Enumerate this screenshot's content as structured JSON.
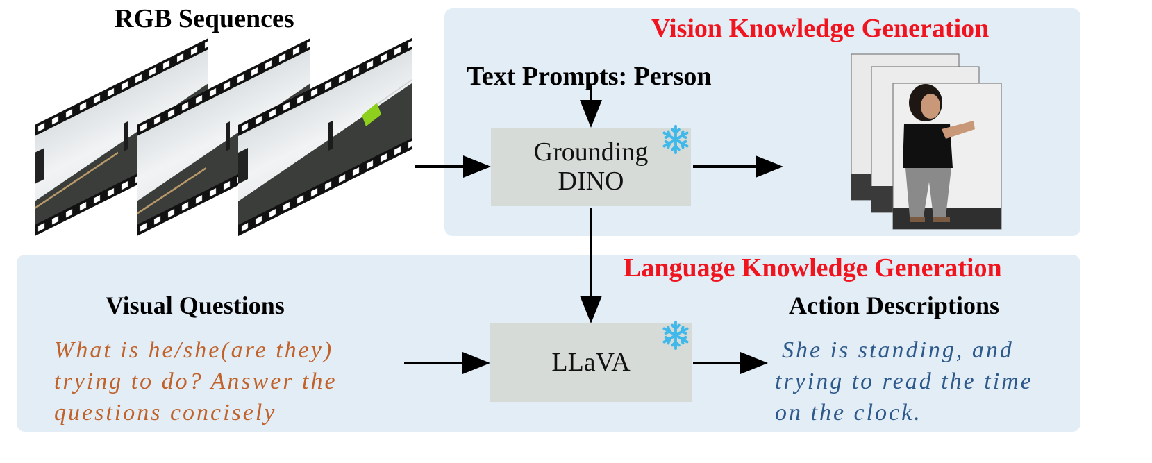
{
  "rgb_title": "RGB Sequences",
  "vision": {
    "title": "Vision Knowledge Generation",
    "text_prompt": "Text Prompts: Person",
    "model_lines": [
      "Grounding",
      "DINO"
    ]
  },
  "language": {
    "title": "Language Knowledge Generation",
    "questions_title": "Visual Questions",
    "question_lines": [
      "What is he/she(are they)",
      "trying to do? Answer the",
      "questions concisely"
    ],
    "model": "LLaVA",
    "descriptions_title": "Action Descriptions",
    "description_lines": [
      "She is standing, and",
      "trying to read the time",
      "on the clock."
    ]
  },
  "colors": {
    "title_red": "#f0141e",
    "question_orange": "#c0622a",
    "description_blue": "#2d5a8a",
    "panel_bg": "#e3edf6",
    "box_bg": "#d6dbd8",
    "snowflake": "#3fb8ea"
  },
  "icons": {
    "frozen": "snowflake-icon"
  }
}
